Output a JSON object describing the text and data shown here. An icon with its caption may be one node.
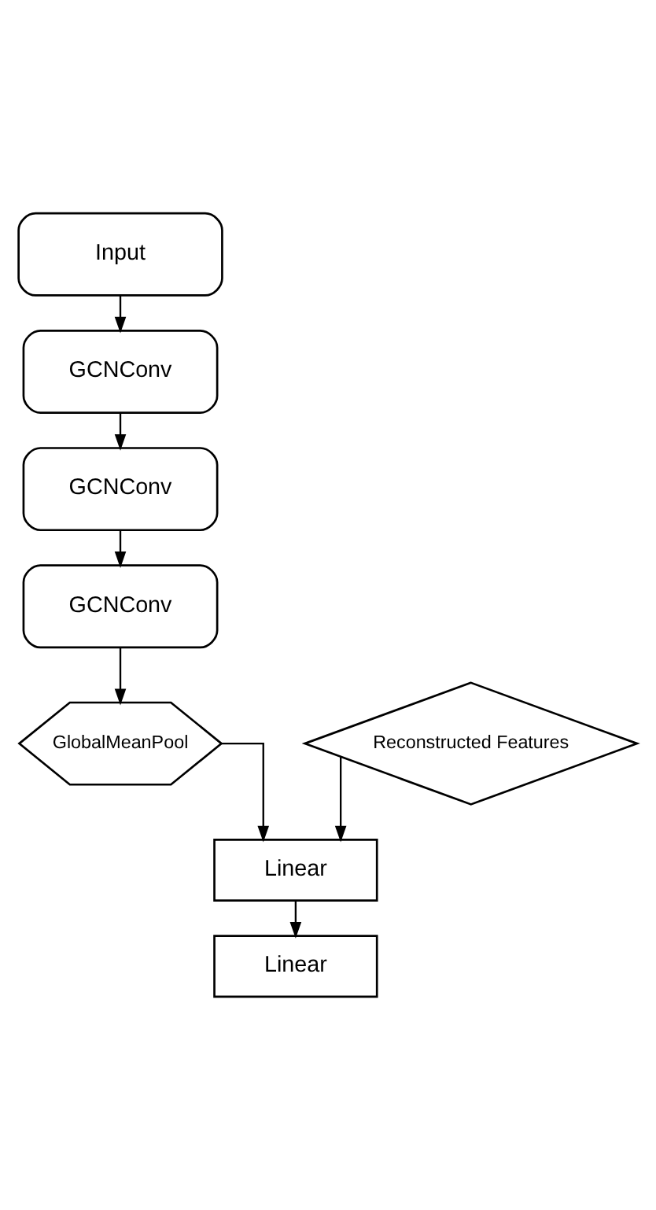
{
  "diagram": {
    "nodes": [
      {
        "text": [
          "Input"
        ]
      },
      {
        "text": [
          "GCNConv"
        ]
      },
      {
        "text": [
          "GCNConv"
        ]
      },
      {
        "text": [
          "GCNConv"
        ]
      },
      {
        "text": [
          "GlobalMeanPool"
        ]
      },
      {
        "text": [
          "Reconstructed Features"
        ]
      },
      {
        "text": [
          "Linear"
        ]
      },
      {
        "text": [
          "Linear"
        ]
      }
    ],
    "edges": [
      {
        "from": 0,
        "to": 1,
        "arrow": "to"
      },
      {
        "from": 1,
        "to": 2,
        "arrow": "to"
      },
      {
        "from": 2,
        "to": 3,
        "arrow": "to"
      },
      {
        "from": 3,
        "to": 4,
        "arrow": "to"
      },
      {
        "from": 4,
        "to": 6,
        "arrow": "to"
      },
      {
        "from": 5,
        "to": 6,
        "arrow": "to"
      },
      {
        "from": 6,
        "to": 7,
        "arrow": "to"
      }
    ]
  }
}
